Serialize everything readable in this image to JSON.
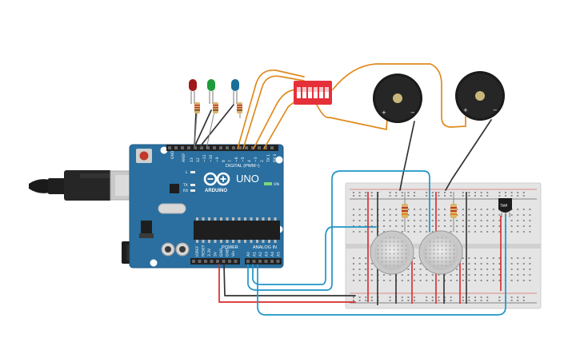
{
  "arduino": {
    "model_label": "UNO",
    "brand_label": "ARDUINO",
    "on_label": "ON",
    "digital_label": "DIGITAL (PWM~)",
    "power_label": "POWER",
    "analog_label": "ANALOG IN",
    "aref_label": "AREF",
    "gnd_label": "GND",
    "txrx_labels": [
      "TX",
      "RX"
    ],
    "l_label": "L",
    "digital_pins": [
      "13",
      "12",
      "~11",
      "~10",
      "~9",
      "8",
      "7",
      "~6",
      "~5",
      "4",
      "~3",
      "2",
      "TX 1",
      "RX 0"
    ],
    "power_pins": [
      "IOREF",
      "RESET",
      "3.3V",
      "5V",
      "GND",
      "GND",
      "Vin"
    ],
    "analog_pins": [
      "A0",
      "A1",
      "A2",
      "A3",
      "A4",
      "A5"
    ]
  },
  "sensor": {
    "temp_label": "TMP"
  },
  "colors": {
    "board": "#2a6f9f",
    "wire_orange": "#e08a1e",
    "wire_blue": "#1e95c8",
    "wire_red": "#d62a2a",
    "wire_black": "#333333",
    "led_red": "#a01818",
    "led_green": "#1f9a3a",
    "led_blue": "#1a6e9a",
    "dip_switch": "#e5303a"
  }
}
